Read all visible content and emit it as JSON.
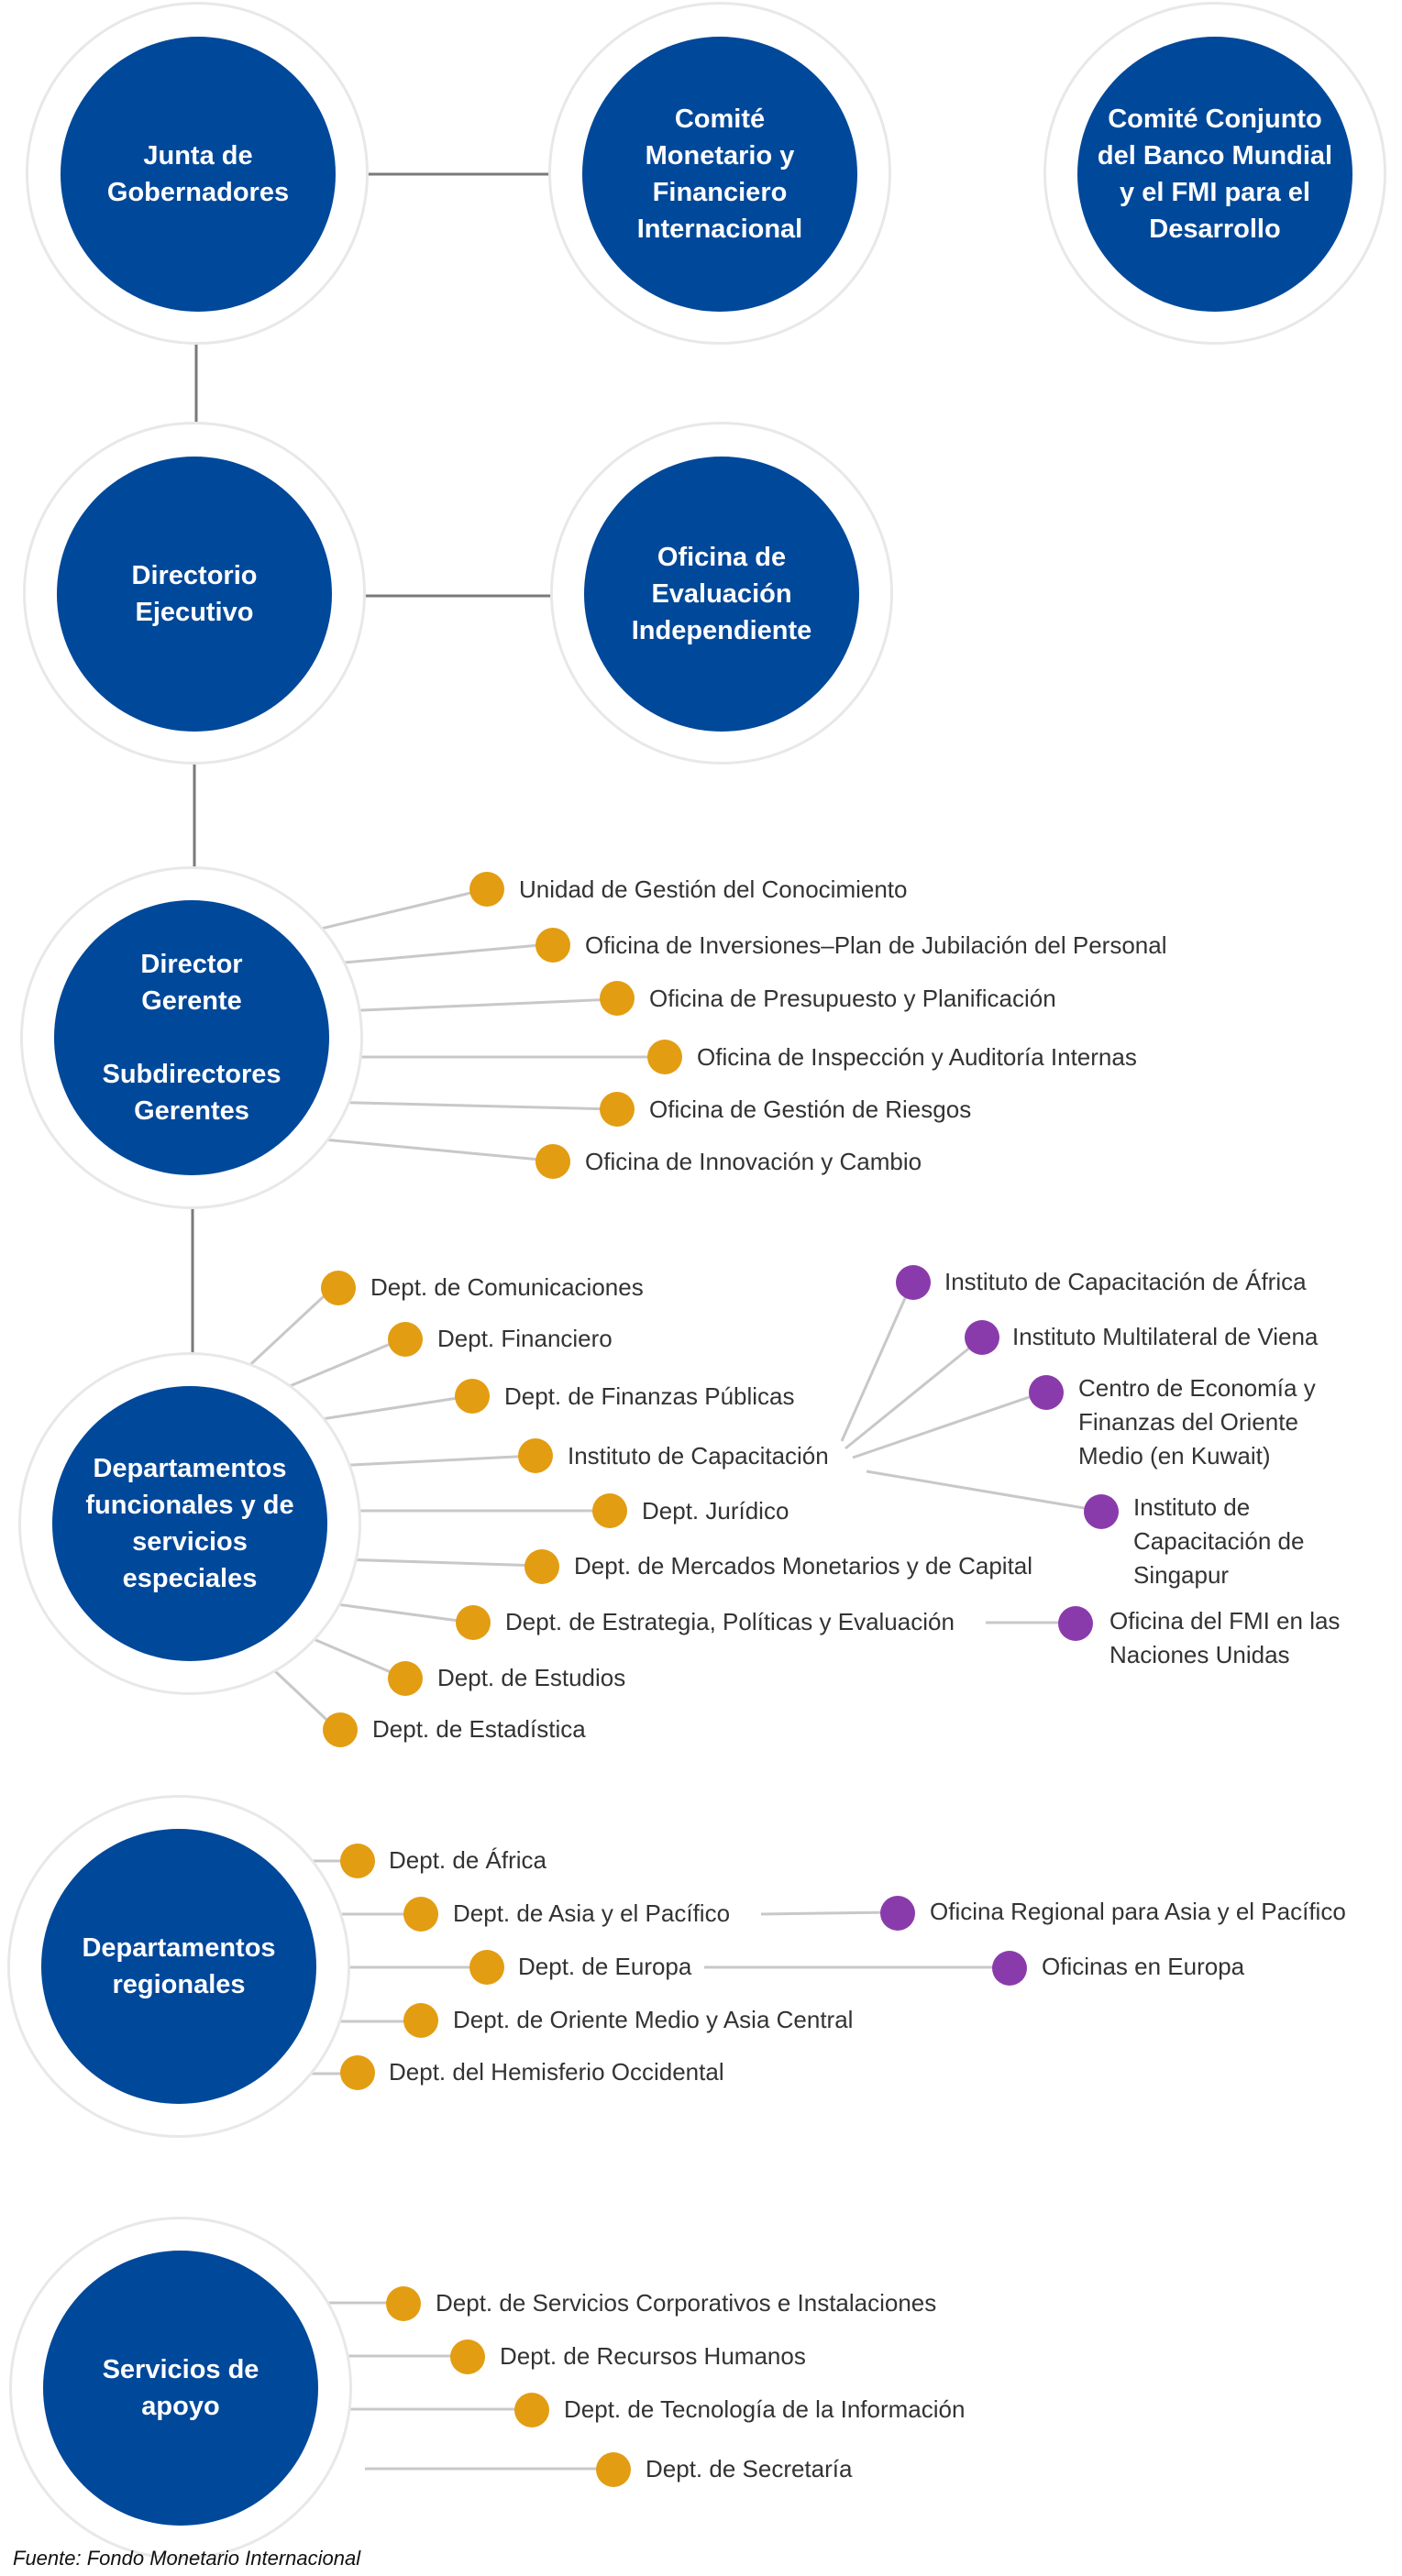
{
  "governance": {
    "board_governors": "Junta de Gobernadores",
    "imfc": "Comité Monetario y Financiero Internacional",
    "development_committee": "Comité Conjunto del Banco Mundial y el FMI para el Desarrollo",
    "executive_board": "Directorio Ejecutivo",
    "ieo": "Oficina de Evaluación Independiente"
  },
  "management": {
    "title_1": "Director Gerente",
    "title_2": "Subdirectores Gerentes",
    "offices": [
      "Unidad de Gestión del Conocimiento",
      "Oficina de Inversiones–Plan de Jubilación del Personal",
      "Oficina de Presupuesto y Planificación",
      "Oficina de Inspección y  Auditoría Internas",
      "Oficina de Gestión de Riesgos",
      "Oficina de Innovación y Cambio"
    ]
  },
  "functional": {
    "title": "Departamentos funcionales y de servicios especiales",
    "departments": [
      "Dept. de Comunicaciones",
      "Dept. Financiero",
      "Dept. de Finanzas Públicas",
      "Instituto de Capacitación",
      "Dept. Jurídico",
      "Dept. de Mercados Monetarios y de Capital",
      "Dept. de Estrategia, Políticas y Evaluación",
      "Dept. de Estudios",
      "Dept. de Estadística"
    ],
    "training_units": [
      "Instituto de Capacitación de África",
      "Instituto Multilateral de Viena",
      "Centro de Economía y Finanzas del Oriente Medio (en Kuwait)",
      "Instituto de Capacitación de Singapur"
    ],
    "spr_unit": "Oficina del FMI en las Naciones Unidas"
  },
  "regional": {
    "title": "Departamentos regionales",
    "departments": [
      "Dept. de África",
      "Dept. de Asia y el Pacífico",
      "Dept. de Europa",
      "Dept. de Oriente Medio y Asia Central",
      "Dept. del Hemisferio Occidental"
    ],
    "apd_office": "Oficina Regional para Asia y el Pacífico",
    "eur_office": "Oficinas en Europa"
  },
  "support": {
    "title": "Servicios de apoyo",
    "departments": [
      "Dept. de Servicios Corporativos e Instalaciones",
      "Dept. de Recursos Humanos",
      "Dept. de Tecnología de la Información",
      "Dept. de Secretaría"
    ]
  },
  "source": "Fuente: Fondo Monetario Internacional",
  "colors": {
    "node": "#00489a",
    "unit_dot": "#e39d12",
    "sub_unit_dot": "#8a3bab",
    "line": "#7a7a7a",
    "branch": "#c8c8c8"
  }
}
